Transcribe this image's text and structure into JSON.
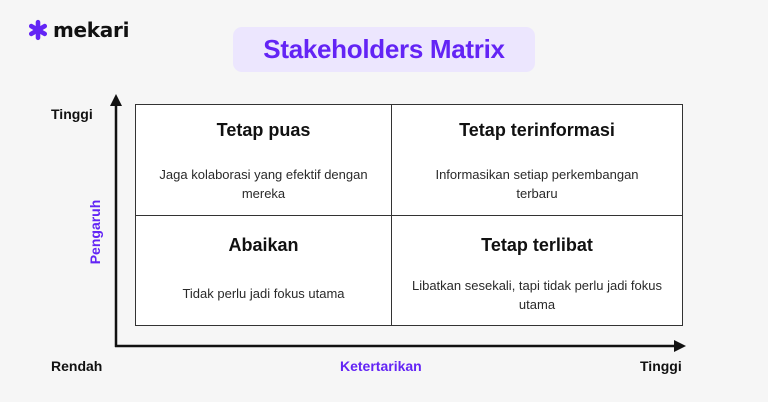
{
  "brand": {
    "name": "mekari",
    "logo_icon": "asterisk-icon",
    "color": "#6324f5"
  },
  "title": "Stakeholders Matrix",
  "colors": {
    "accent": "#6324f5",
    "title_bg": "#ece6fe",
    "background": "#f6f6f6",
    "grid_line": "#333333"
  },
  "axes": {
    "y_label": "Pengaruh",
    "y_high": "Tinggi",
    "x_label": "Ketertarikan",
    "x_low": "Rendah",
    "x_high": "Tinggi"
  },
  "quadrants": {
    "top_left": {
      "title": "Tetap puas",
      "description": "Jaga kolaborasi yang efektif dengan mereka"
    },
    "top_right": {
      "title": "Tetap terinformasi",
      "description": "Informasikan setiap perkembangan terbaru"
    },
    "bottom_left": {
      "title": "Abaikan",
      "description": "Tidak perlu jadi fokus utama"
    },
    "bottom_right": {
      "title": "Tetap terlibat",
      "description": "Libatkan sesekali, tapi tidak perlu jadi fokus utama"
    }
  }
}
